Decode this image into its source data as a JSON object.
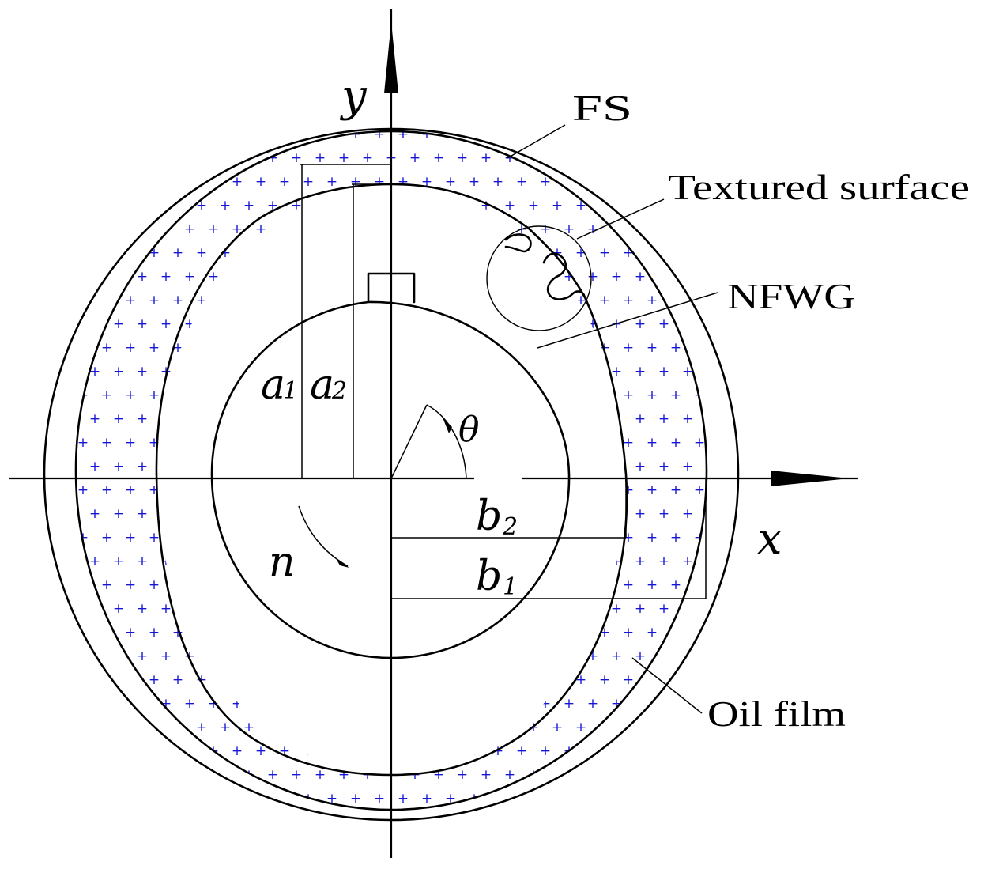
{
  "labels": {
    "fs": "FS",
    "textured_surface": "Textured surface",
    "nfwg": "NFWG",
    "oil_film": "Oil film"
  },
  "symbols": {
    "x_axis": "x",
    "y_axis": "y",
    "theta": "θ",
    "rotation": "n",
    "a1": "a",
    "a1_sub": "1",
    "a2": "a",
    "a2_sub": "2",
    "b1": "b",
    "b1_sub": "1",
    "b2": "b",
    "b2_sub": "2"
  },
  "colors": {
    "lines": "#000000",
    "oil_film_marks": "#1515d8"
  }
}
